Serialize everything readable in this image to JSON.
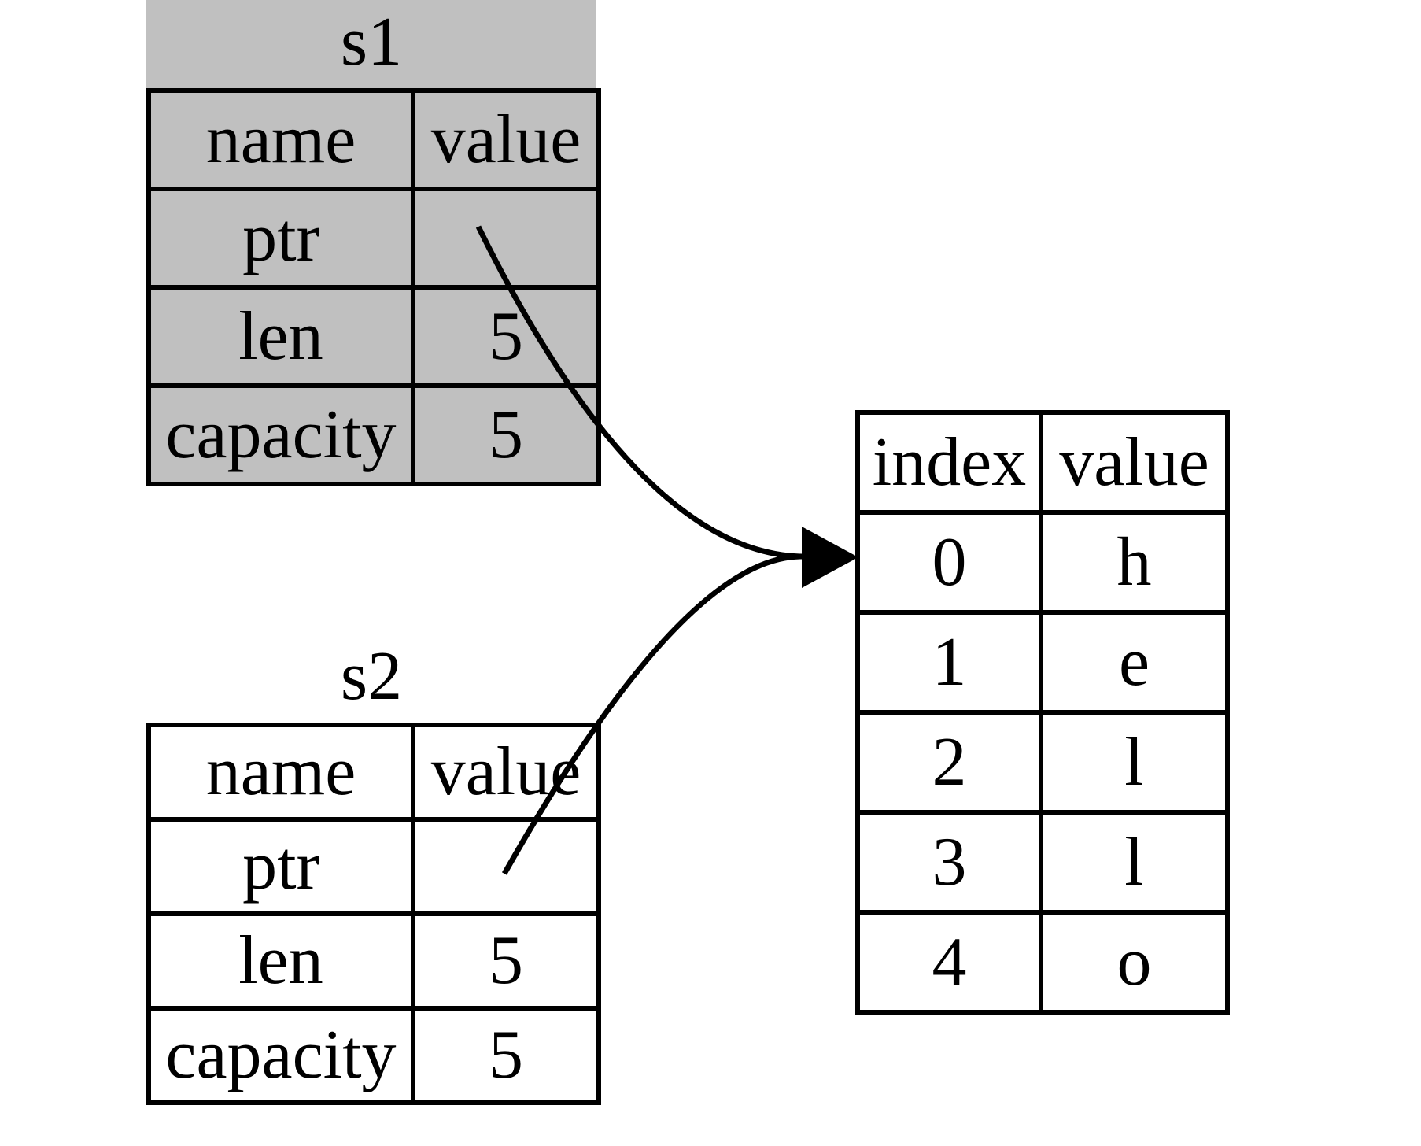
{
  "colors": {
    "moved_bg": "#c0c0c0",
    "normal_bg": "#ffffff",
    "border": "#000000",
    "text": "#000000",
    "arrow": "#000000"
  },
  "s1": {
    "title": "s1",
    "columns": [
      "name",
      "value"
    ],
    "rows": [
      {
        "name": "ptr",
        "value": ""
      },
      {
        "name": "len",
        "value": "5"
      },
      {
        "name": "capacity",
        "value": "5"
      }
    ]
  },
  "s2": {
    "title": "s2",
    "columns": [
      "name",
      "value"
    ],
    "rows": [
      {
        "name": "ptr",
        "value": ""
      },
      {
        "name": "len",
        "value": "5"
      },
      {
        "name": "capacity",
        "value": "5"
      }
    ]
  },
  "heap": {
    "columns": [
      "index",
      "value"
    ],
    "rows": [
      {
        "index": "0",
        "value": "h"
      },
      {
        "index": "1",
        "value": "e"
      },
      {
        "index": "2",
        "value": "l"
      },
      {
        "index": "3",
        "value": "l"
      },
      {
        "index": "4",
        "value": "o"
      }
    ]
  },
  "arrows": [
    {
      "name": "s1-ptr-to-heap"
    },
    {
      "name": "s2-ptr-to-heap"
    }
  ]
}
